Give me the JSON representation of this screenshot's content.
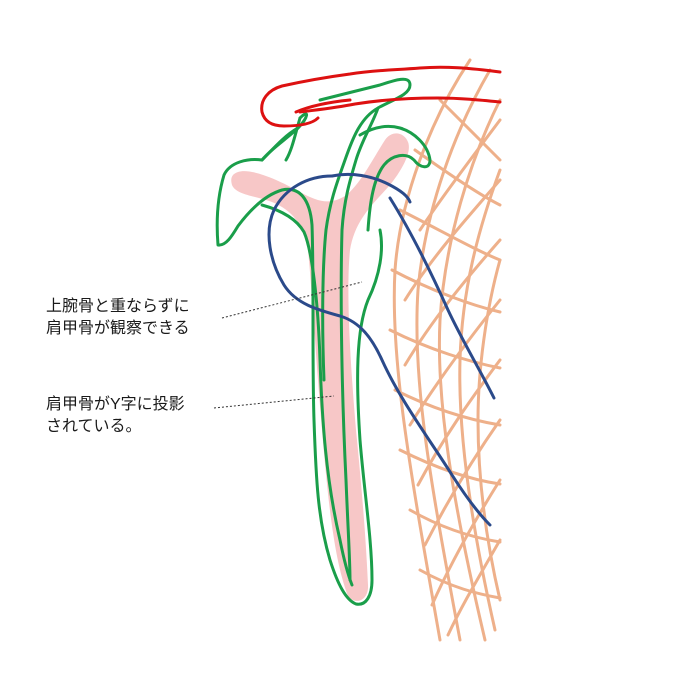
{
  "annotations": [
    {
      "id": "humerus-scapula-note",
      "lines": [
        "上腕骨と重ならずに",
        "肩甲骨が観察できる"
      ]
    },
    {
      "id": "y-projection-note",
      "lines": [
        "肩甲骨がY字に投影",
        "されている。"
      ]
    }
  ],
  "colors": {
    "clavicle": "#dd1111",
    "scapula_outline": "#1a9e4a",
    "scapula_highlight": "#f7c7c7",
    "humerus_outline": "#2b4a8a",
    "ribs": "#eeb08a",
    "leader_line": "#333333"
  }
}
